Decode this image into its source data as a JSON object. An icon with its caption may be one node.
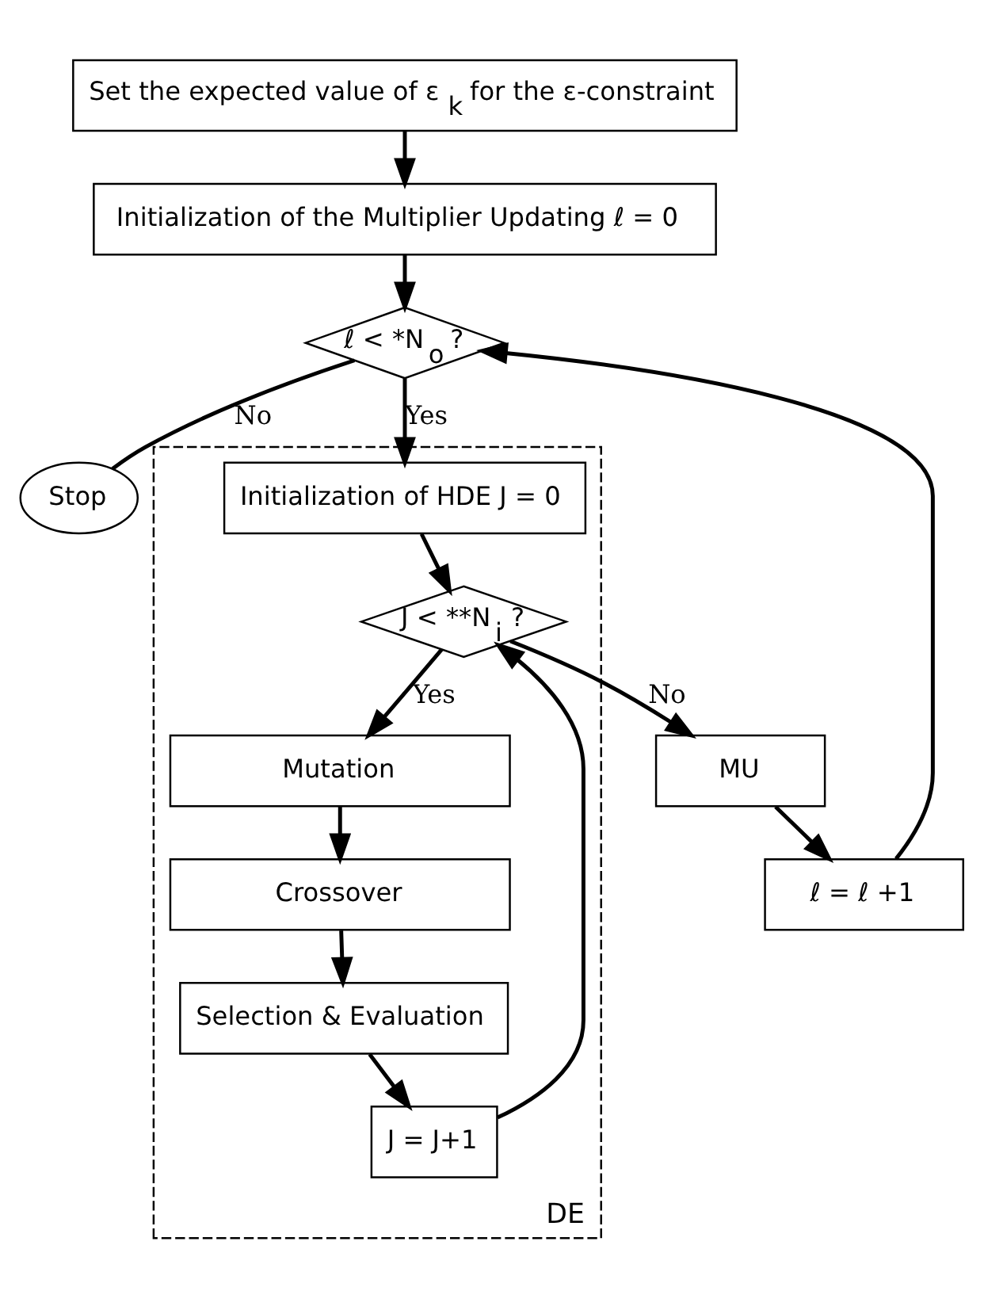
{
  "diagram": {
    "nodes": [
      {
        "text": [
          "Set the expected value of ε$_{k}$ for the ε-constraint"
        ]
      },
      {
        "text": [
          "Initialization of the Multiplier Updating ℓ = 0"
        ]
      },
      {
        "text": [
          "ℓ < *N$_{o}$ ?"
        ]
      },
      {
        "text": [
          "Stop"
        ]
      },
      {
        "text": [
          "DE"
        ]
      },
      {
        "text": [
          "Initialization of HDE J = 0"
        ],
        "in": 4
      },
      {
        "text": [
          "J < **N$_{i}$ ?"
        ],
        "in": 4
      },
      {
        "text": [
          "Mutation"
        ],
        "in": 4
      },
      {
        "text": [
          "Crossover"
        ],
        "in": 4
      },
      {
        "text": [
          "Selection & Evaluation"
        ],
        "in": 4
      },
      {
        "text": [
          "J = J+1"
        ],
        "in": 4
      },
      {
        "text": [
          "MU"
        ]
      },
      {
        "text": [
          "ℓ = ℓ +1"
        ]
      }
    ],
    "edges": [
      {
        "from": 0,
        "to": 1,
        "arrow": "to"
      },
      {
        "from": 1,
        "to": 2,
        "arrow": "to"
      },
      {
        "from": 2,
        "to": 3,
        "arrow": "none",
        "label": "No"
      },
      {
        "from": 2,
        "to": 5,
        "arrow": "to",
        "label": "Yes"
      },
      {
        "from": 5,
        "to": 6,
        "arrow": "to"
      },
      {
        "from": 6,
        "to": 11,
        "arrow": "to",
        "label": "No"
      },
      {
        "from": 6,
        "to": 7,
        "arrow": "to",
        "label": "Yes"
      },
      {
        "from": 7,
        "to": 8,
        "arrow": "to"
      },
      {
        "from": 8,
        "to": 9,
        "arrow": "to"
      },
      {
        "from": 9,
        "to": 10,
        "arrow": "to"
      },
      {
        "from": 10,
        "to": 6,
        "arrow": "to"
      },
      {
        "from": 11,
        "to": 12,
        "arrow": "to"
      },
      {
        "from": 12,
        "to": 2,
        "arrow": "to"
      }
    ]
  }
}
